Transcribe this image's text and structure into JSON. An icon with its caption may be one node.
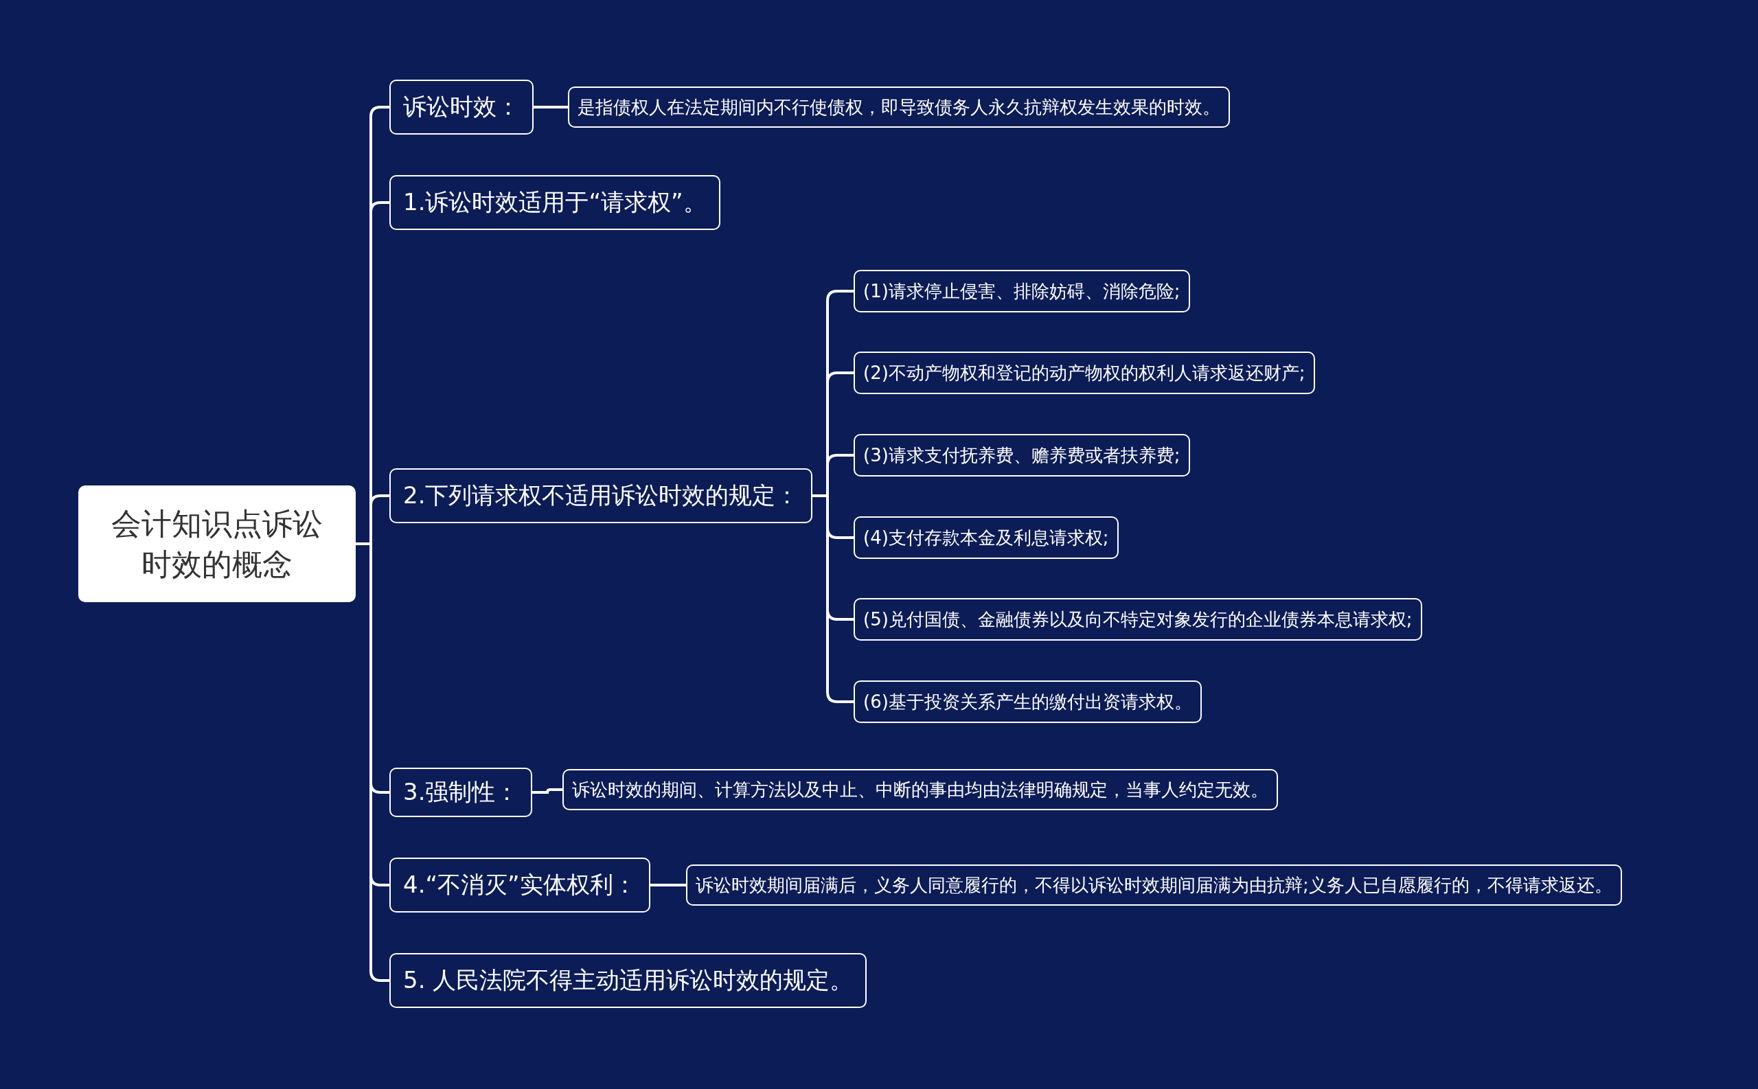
{
  "diagram": {
    "nodes": [
      {
        "text": [
          "会计知识点诉讼时效的概念"
        ]
      },
      {
        "text": [
          "诉讼时效："
        ]
      },
      {
        "text": [
          "是指债权人在法定期间内不行使债权，即导致债务人永久抗辩权发生效果的时效。"
        ]
      },
      {
        "text": [
          "1.诉讼时效适用于“请求权”。"
        ]
      },
      {
        "text": [
          "2.下列请求权不适用诉讼时效的规定："
        ]
      },
      {
        "text": [
          "(1)请求停止侵害、排除妨碍、消除危险;"
        ]
      },
      {
        "text": [
          "(2)不动产物权和登记的动产物权的权利人请求返还财产;"
        ]
      },
      {
        "text": [
          "(3)请求支付抚养费、赡养费或者扶养费;"
        ]
      },
      {
        "text": [
          "(4)支付存款本金及利息请求权;"
        ]
      },
      {
        "text": [
          "(5)兑付国债、金融债券以及向不特定对象发行的企业债券本息请求权;"
        ]
      },
      {
        "text": [
          "(6)基于投资关系产生的缴付出资请求权。"
        ]
      },
      {
        "text": [
          "3.强制性："
        ]
      },
      {
        "text": [
          "诉讼时效的期间、计算方法以及中止、中断的事由均由法律明确规定，当事人约定无效。"
        ]
      },
      {
        "text": [
          "4.“不消灭”实体权利："
        ]
      },
      {
        "text": [
          "诉讼时效期间届满后，义务人同意履行的，不得以诉讼时效期间届满为由抗辩;义务人已自愿履行的，不得请求返还。"
        ]
      },
      {
        "text": [
          "5. 人民法院不得主动适用诉讼时效的规定。"
        ]
      }
    ],
    "edges": [
      {
        "from": 0,
        "to": 1,
        "arrow": "none"
      },
      {
        "from": 0,
        "to": 3,
        "arrow": "none"
      },
      {
        "from": 0,
        "to": 4,
        "arrow": "none"
      },
      {
        "from": 0,
        "to": 11,
        "arrow": "none"
      },
      {
        "from": 0,
        "to": 13,
        "arrow": "none"
      },
      {
        "from": 0,
        "to": 15,
        "arrow": "none"
      },
      {
        "from": 1,
        "to": 2,
        "arrow": "none"
      },
      {
        "from": 4,
        "to": 5,
        "arrow": "none"
      },
      {
        "from": 4,
        "to": 6,
        "arrow": "none"
      },
      {
        "from": 4,
        "to": 7,
        "arrow": "none"
      },
      {
        "from": 4,
        "to": 8,
        "arrow": "none"
      },
      {
        "from": 4,
        "to": 9,
        "arrow": "none"
      },
      {
        "from": 4,
        "to": 10,
        "arrow": "none"
      },
      {
        "from": 11,
        "to": 12,
        "arrow": "none"
      },
      {
        "from": 13,
        "to": 14,
        "arrow": "none"
      }
    ]
  }
}
